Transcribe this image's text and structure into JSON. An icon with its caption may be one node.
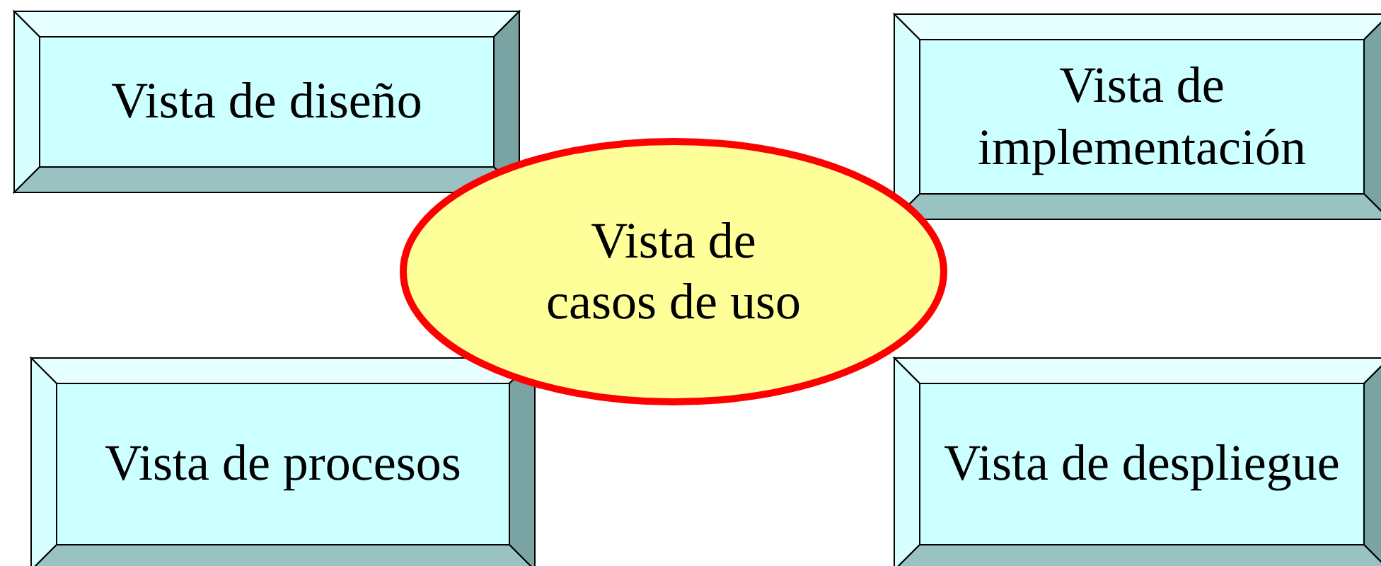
{
  "diagram": {
    "nodes": [
      {
        "text": [
          "Vista de diseño"
        ]
      },
      {
        "text": [
          "Vista de implementación"
        ]
      },
      {
        "text": [
          "Vista de casos de uso"
        ]
      },
      {
        "text": [
          "Vista de procesos"
        ]
      },
      {
        "text": [
          "Vista de despliegue"
        ]
      }
    ]
  }
}
